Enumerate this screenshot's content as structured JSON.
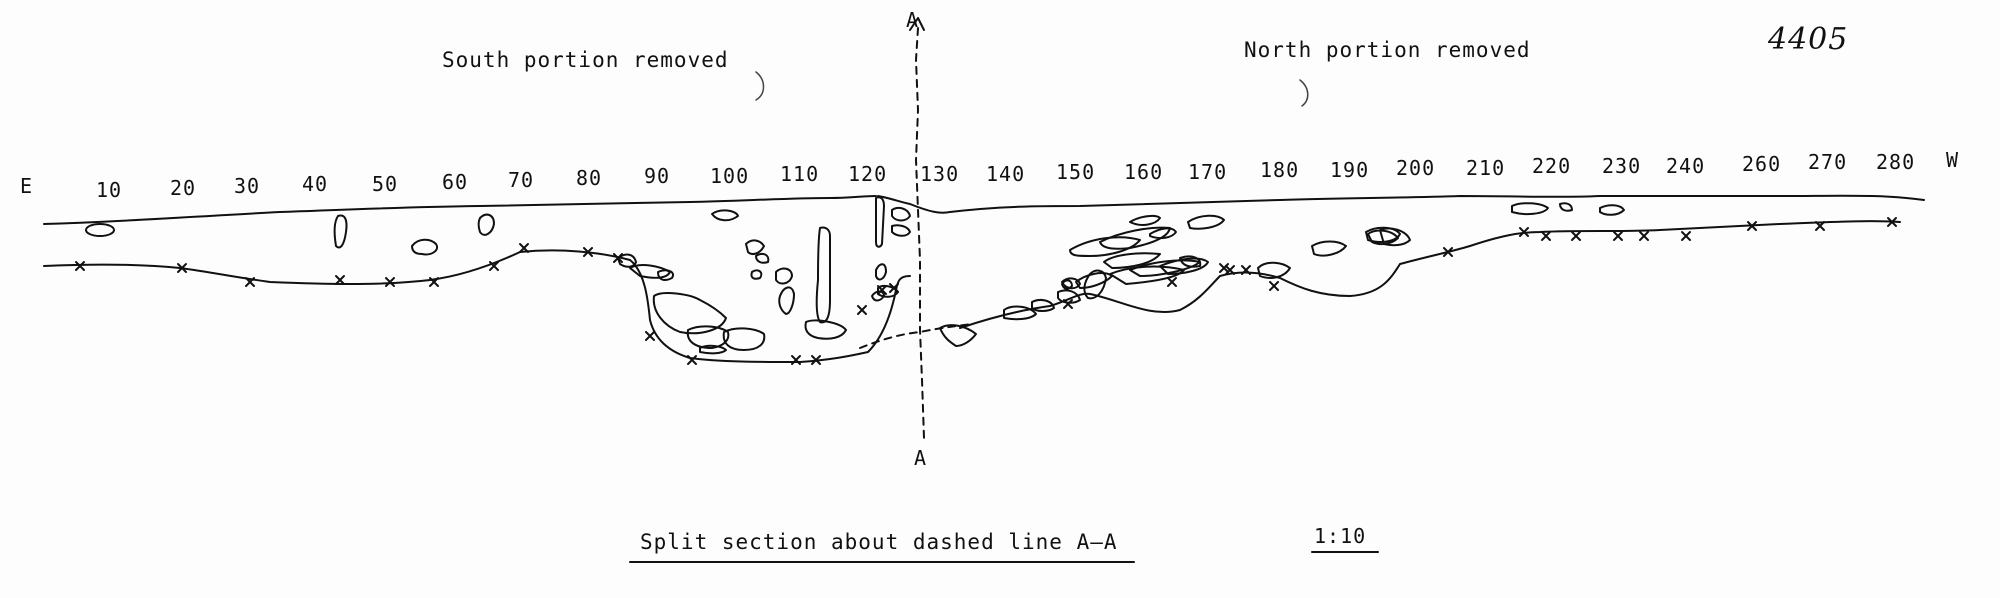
{
  "sheet_number": "4405",
  "south_label": "South  portion  removed",
  "north_label": "North  portion  removed",
  "east_marker": "E",
  "west_marker": "W",
  "section_marker_top": "A",
  "section_marker_bottom": "A",
  "caption": "Split  section  about  dashed line  A–A",
  "scale": "1:10",
  "ticks": [
    "10",
    "20",
    "30",
    "40",
    "50",
    "60",
    "70",
    "80",
    "90",
    "100",
    "110",
    "120",
    "130",
    "140",
    "150",
    "160",
    "170",
    "180",
    "190",
    "200",
    "210",
    "220",
    "230",
    "240",
    "260",
    "270",
    "280"
  ],
  "colors": {
    "ink": "#111111",
    "paper": "#fdfdfd"
  }
}
